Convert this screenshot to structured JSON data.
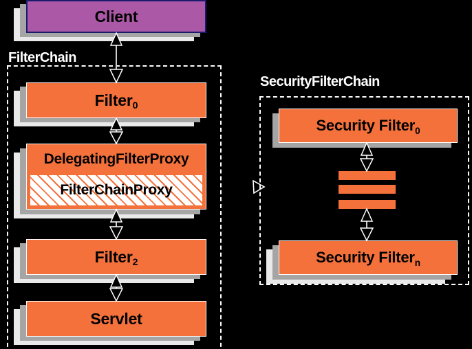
{
  "diagram": {
    "title": "Spring Security FilterChain / SecurityFilterChain",
    "background": "#000000",
    "colors": {
      "orange": "#f4713c",
      "purple": "#ab59a7",
      "purple_border": "#1b1b6e",
      "shadow_near": "#a5a5a5",
      "shadow_far": "#e9e9e9",
      "frame_dash": "#ffffff",
      "label_text": "#ffffff",
      "box_text": "#000000"
    }
  },
  "groups": {
    "filter_chain": {
      "label": "FilterChain"
    },
    "security_filter_chain": {
      "label": "SecurityFilterChain"
    }
  },
  "nodes": {
    "client": {
      "label": "Client"
    },
    "filter0": {
      "label": "Filter",
      "sub": "0"
    },
    "delegating_filter_proxy": {
      "label": "DelegatingFilterProxy"
    },
    "filter_chain_proxy": {
      "label": "FilterChainProxy"
    },
    "filter2": {
      "label": "Filter",
      "sub": "2"
    },
    "servlet": {
      "label": "Servlet"
    },
    "security_filter0": {
      "label": "Security Filter",
      "sub": "0"
    },
    "security_filtern": {
      "label": "Security Filter",
      "sub": "n"
    },
    "ellipsis": {
      "label": "",
      "bars": 3
    }
  },
  "connections": [
    {
      "name": "client-to-filter0",
      "from": "filter0",
      "to": "client",
      "style": "double-headed"
    },
    {
      "name": "filter0-to-delegating",
      "from": "delegating_filter_proxy",
      "to": "filter0",
      "style": "double-headed"
    },
    {
      "name": "delegating-to-filter2",
      "from": "filter2",
      "to": "delegating_filter_proxy",
      "style": "double-headed"
    },
    {
      "name": "filter2-to-servlet",
      "from": "servlet",
      "to": "filter2",
      "style": "double-headed"
    },
    {
      "name": "proxy-to-security-chain",
      "from": "filter_chain_proxy",
      "to": "security_filter_chain",
      "style": "open-arrow"
    },
    {
      "name": "secfilter0-to-ellipsis",
      "from": "ellipsis",
      "to": "security_filter0",
      "style": "double-headed"
    },
    {
      "name": "ellipsis-to-secfiltern",
      "from": "security_filtern",
      "to": "ellipsis",
      "style": "double-headed"
    }
  ]
}
